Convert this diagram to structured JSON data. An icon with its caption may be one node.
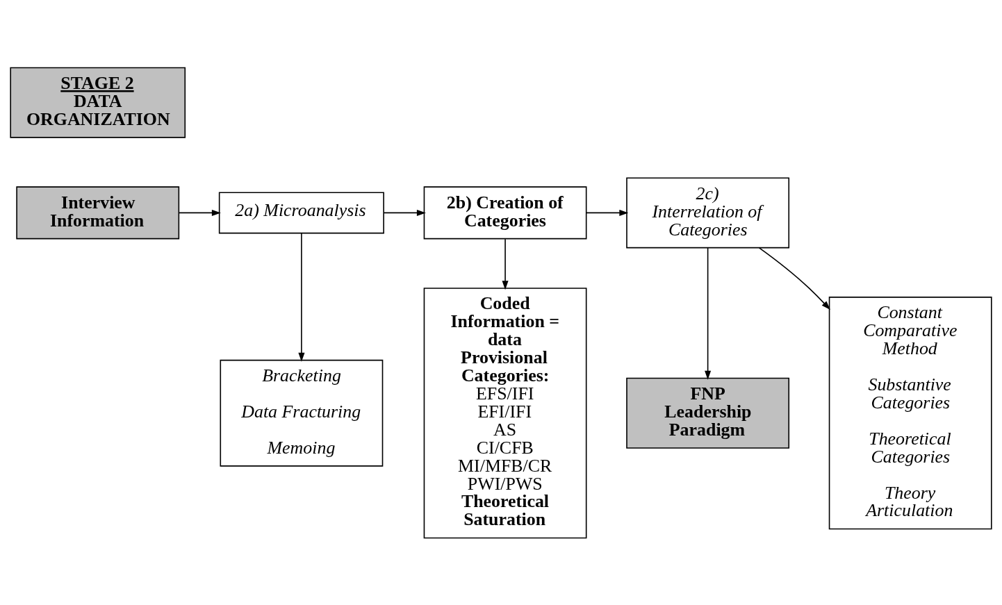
{
  "diagram": {
    "nodes": [
      {
        "text": [
          "STAGE 2",
          "DATA ORGANIZATION"
        ]
      },
      {
        "text": [
          "Interview Information"
        ]
      },
      {
        "text": [
          "2a) Microanalysis"
        ]
      },
      {
        "text": [
          "2b) Creation of Categories"
        ]
      },
      {
        "text": [
          "2c) Interrelation of Categories"
        ]
      },
      {
        "text": [
          "FNP Leadership Paradigm"
        ]
      },
      {
        "text": [
          "Bracketing",
          "Data Fracturing",
          "Memoing"
        ]
      },
      {
        "text": [
          "Coded Information = data",
          "Provisional Categories:",
          "EFS/IFI",
          "EFI/IFI",
          "AS",
          "CI/CFB",
          "MI/MFB/CR",
          "PWI/PWS",
          "Theoretical Saturation"
        ]
      },
      {
        "text": [
          "Constant Comparative Method",
          "Substantive Categories",
          "Theoretical Categories",
          "Theory Articulation"
        ]
      }
    ],
    "edges": [
      {
        "from": 1,
        "to": 2,
        "arrow": "to"
      },
      {
        "from": 2,
        "to": 3,
        "arrow": "to"
      },
      {
        "from": 3,
        "to": 4,
        "arrow": "to"
      },
      {
        "from": 4,
        "to": 5,
        "arrow": "to"
      },
      {
        "from": 2,
        "to": 6,
        "arrow": "to"
      },
      {
        "from": 3,
        "to": 7,
        "arrow": "to"
      },
      {
        "from": 4,
        "to": 8,
        "arrow": "to"
      }
    ]
  }
}
